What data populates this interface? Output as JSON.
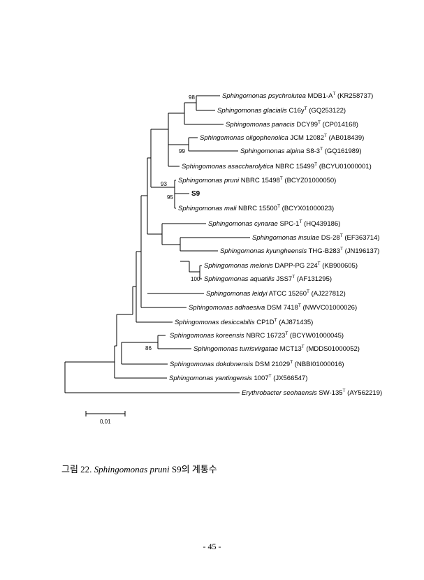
{
  "taxa": [
    {
      "id": "t1",
      "genus": "Sphingomonas",
      "species": "psychrolutea",
      "strain": " MDB1-A",
      "sup": "T",
      "acc": " (KR258737)"
    },
    {
      "id": "t2",
      "genus": "Sphingomonas",
      "species": "glacialis",
      "strain": " C16y",
      "sup": "T",
      "acc": " (GQ253122)"
    },
    {
      "id": "t3",
      "genus": "Sphingomonas",
      "species": "panacis",
      "strain": " DCY99",
      "sup": "T",
      "acc": " (CP014168)"
    },
    {
      "id": "t4",
      "genus": "Sphingomonas",
      "species": "oligophenolica",
      "strain": " JCM 12082",
      "sup": "T",
      "acc": " (AB018439)"
    },
    {
      "id": "t5",
      "genus": "Sphingomonas",
      "species": "alpina",
      "strain": " S8-3",
      "sup": "T",
      "acc": " (GQ161989)"
    },
    {
      "id": "t6",
      "genus": "Sphingomonas",
      "species": "asaccharolytica",
      "strain": " NBRC 15499",
      "sup": "T",
      "acc": " (BCYU01000001)"
    },
    {
      "id": "t7",
      "genus": "Sphingomonas",
      "species": "pruni",
      "strain": " NBRC 15498",
      "sup": "T",
      "acc": " (BCYZ01000050)"
    },
    {
      "id": "t8",
      "label": "S9"
    },
    {
      "id": "t9",
      "genus": "Sphingomonas",
      "species": "mali",
      "strain": " NBRC 15500",
      "sup": "T",
      "acc": " (BCYX01000023)"
    },
    {
      "id": "t10",
      "genus": "Sphingomonas",
      "species": "cynarae",
      "strain": " SPC-1",
      "sup": "T",
      "acc": " (HQ439186)"
    },
    {
      "id": "t11",
      "genus": "Sphingomonas",
      "species": "insulae",
      "strain": " DS-28",
      "sup": "T",
      "acc": " (EF363714)"
    },
    {
      "id": "t12",
      "genus": "Sphingomonas",
      "species": "kyungheensis",
      "strain": " THG-B283",
      "sup": "T",
      "acc": " (JN196137)"
    },
    {
      "id": "t13",
      "genus": "Sphingomonas",
      "species": "melonis",
      "strain": " DAPP-PG 224",
      "sup": "T",
      "acc": " (KB900605)"
    },
    {
      "id": "t14",
      "genus": "Sphingomonas",
      "species": "aquatilis",
      "strain": " JSS7",
      "sup": "T",
      "acc": " (AF131295)"
    },
    {
      "id": "t15",
      "genus": "Sphingomonas",
      "species": "leidyi",
      "strain": " ATCC 15260",
      "sup": "T",
      "acc": " (AJ227812)"
    },
    {
      "id": "t16",
      "genus": "Sphingomonas",
      "species": "adhaesiva",
      "strain": " DSM 7418",
      "sup": "T",
      "acc": " (NWVC01000026)"
    },
    {
      "id": "t17",
      "genus": "Sphingomonas",
      "species": "desiccabilis",
      "strain": " CP1D",
      "sup": "T",
      "acc": " (AJ871435)"
    },
    {
      "id": "t18",
      "genus": "Sphingomonas",
      "species": "koreensis",
      "strain": " NBRC 16723",
      "sup": "T",
      "acc": " (BCYW01000045)"
    },
    {
      "id": "t19",
      "genus": "Sphingomonas",
      "species": "turrisvirgatae",
      "strain": " MCT13",
      "sup": "T",
      "acc": " (MDDS01000052)"
    },
    {
      "id": "t20",
      "genus": "Sphingomonas",
      "species": "dokdonensis",
      "strain": " DSM 21029",
      "sup": "T",
      "acc": " (NBBI01000016)"
    },
    {
      "id": "t21",
      "genus": "Sphingomonas",
      "species": "yantingensis",
      "strain": " 1007",
      "sup": "T",
      "acc": " (JX566547)"
    },
    {
      "id": "t22",
      "genus": "Erythrobacter",
      "species": "seohaensis",
      "strain": " SW-135",
      "sup": "T",
      "acc": " (AY562219)"
    }
  ],
  "bootstrap": [
    {
      "id": "b98",
      "value": "98"
    },
    {
      "id": "b99",
      "value": "99"
    },
    {
      "id": "b93",
      "value": "93"
    },
    {
      "id": "b95",
      "value": "95"
    },
    {
      "id": "b100",
      "value": "100"
    },
    {
      "id": "b86",
      "value": "86"
    }
  ],
  "scale_bar": {
    "value": "0.01",
    "label": "0,01"
  },
  "caption": {
    "prefix": "그림 22. ",
    "italic": "Sphingomonas pruni",
    "suffix": " S9의 계통수"
  },
  "page_number": "- 45 -"
}
